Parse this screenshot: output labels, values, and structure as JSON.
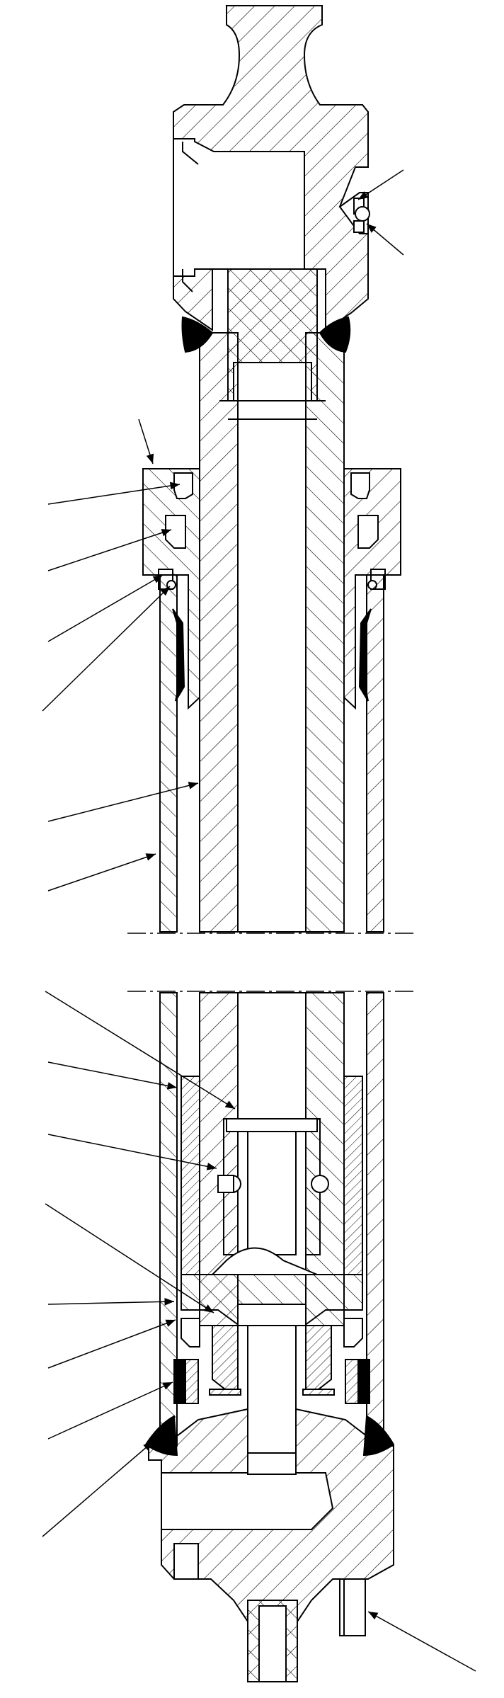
{
  "diagram": {
    "kind": "cross-section",
    "colors": {
      "line": "#000000",
      "paper": "#ffffff",
      "hatch": "#000000",
      "weld": "#000000"
    },
    "break_line_style": "dash-dot",
    "leaders": {
      "count": 18,
      "labels": []
    }
  }
}
